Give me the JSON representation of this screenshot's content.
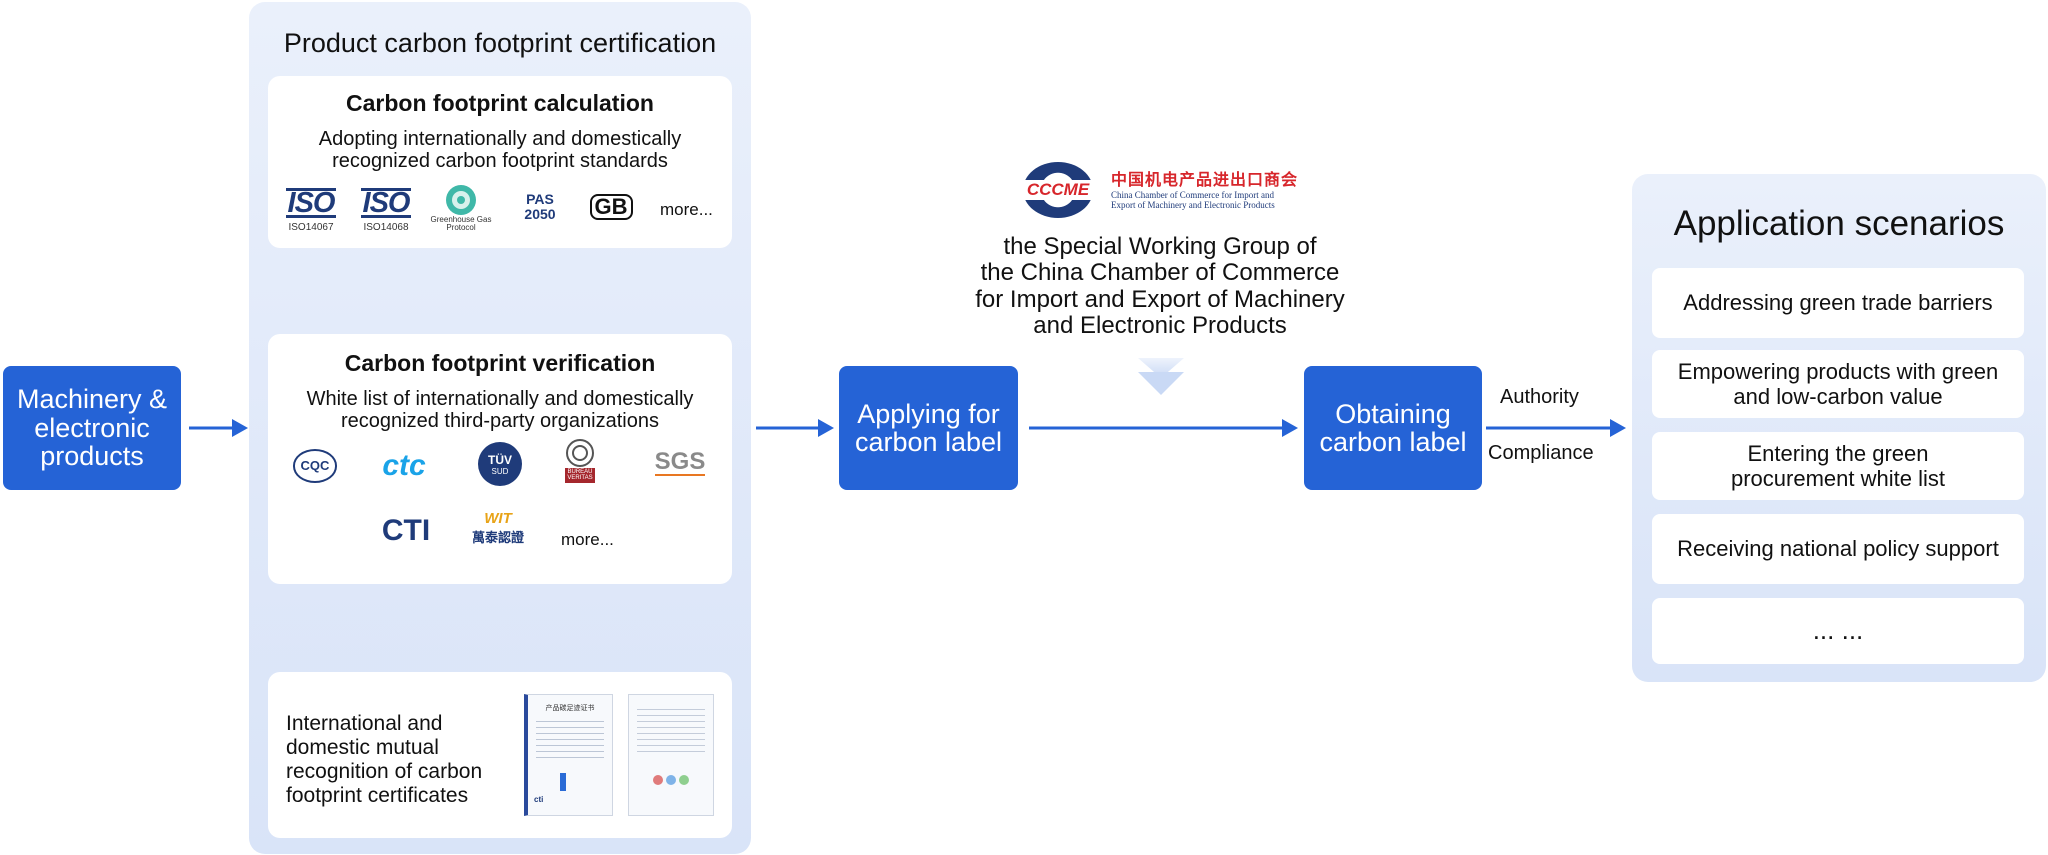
{
  "left_box": {
    "label": "Machinery &\nelectronic\nproducts"
  },
  "certification": {
    "title": "Product carbon footprint certification",
    "calculation": {
      "title": "Carbon footprint calculation",
      "subtitle": "Adopting internationally and domestically\nrecognized carbon footprint standards",
      "logos": [
        {
          "mark": "ISO",
          "caption": "ISO14067"
        },
        {
          "mark": "ISO",
          "caption": "ISO14068"
        },
        {
          "caption": "Greenhouse Gas\nProtocol"
        },
        {
          "mark": "PAS\n2050"
        },
        {
          "mark": "GB"
        }
      ],
      "more": "more..."
    },
    "verification": {
      "title": "Carbon footprint verification",
      "subtitle": "White list of internationally and domestically\nrecognized third-party organizations",
      "logos": [
        {
          "mark": "CQC"
        },
        {
          "mark": "ctc"
        },
        {
          "mark": "TÜV",
          "caption": "SUD"
        },
        {
          "caption": "BUREAU\nVERITAS"
        },
        {
          "mark": "SGS"
        },
        {
          "mark": "CTI"
        },
        {
          "mark": "WIT",
          "caption": "萬泰認證"
        }
      ],
      "more": "more..."
    },
    "recognition": {
      "text": "International and\ndomestic mutual\nrecognition of carbon\nfootprint certificates",
      "cert1_title": "产品碳足迹证书",
      "cert1_logo": "cti"
    }
  },
  "applying_box": {
    "label": "Applying for\ncarbon label"
  },
  "cccme": {
    "logo_mark": "CCCME",
    "logo_cn": "中国机电产品进出口商会",
    "logo_en": "China Chamber of Commerce for Import and\nExport of Machinery and Electronic Products",
    "text": "the Special Working Group of\nthe China Chamber of Commerce\nfor Import and Export of Machinery\nand Electronic Products"
  },
  "obtaining_box": {
    "label": "Obtaining\ncarbon label"
  },
  "arrow_labels": {
    "top": "Authority",
    "bottom": "Compliance"
  },
  "scenarios": {
    "title": "Application scenarios",
    "items": [
      "Addressing green trade barriers",
      "Empowering products with green\nand low-carbon value",
      "Entering the green\nprocurement white list",
      "Receiving national policy support",
      "... ..."
    ]
  },
  "colors": {
    "primary": "#2563d6",
    "panel": "#e3ebfa",
    "iso": "#1f3b7a"
  }
}
